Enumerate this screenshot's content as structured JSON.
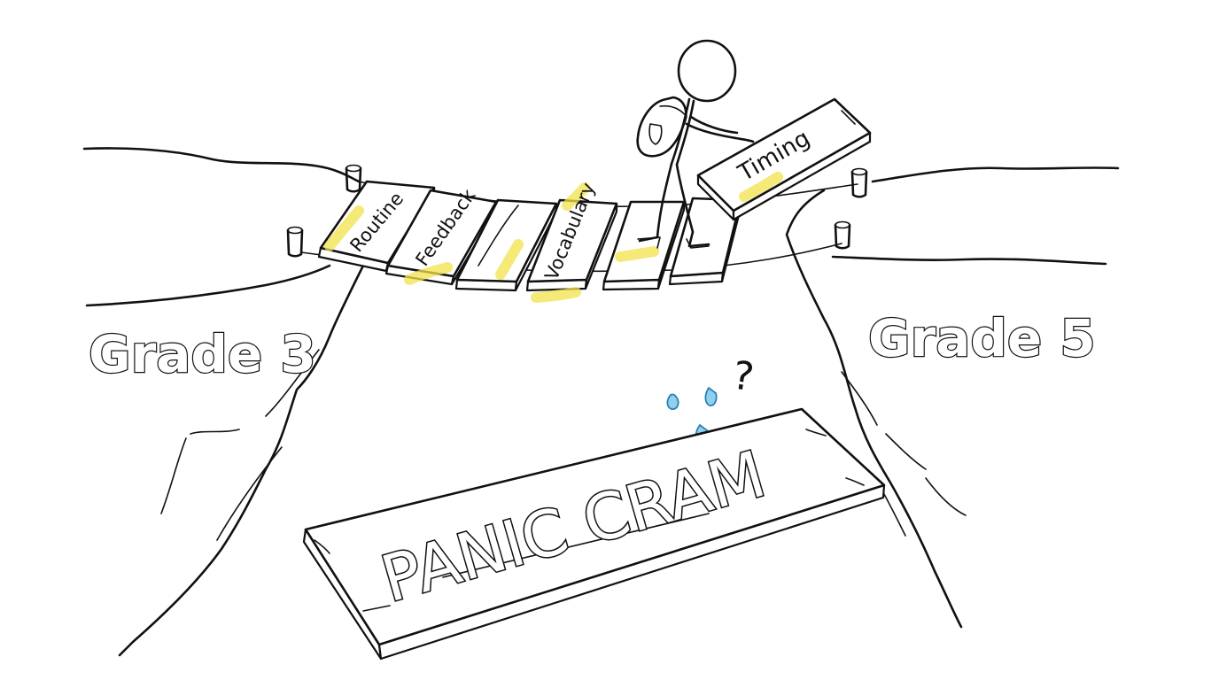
{
  "labels": {
    "grade_left": "Grade 3",
    "grade_right": "Grade 5",
    "missing_plank": "PANIC CRAM",
    "question_mark": "?"
  },
  "planks": [
    {
      "label": "Routine"
    },
    {
      "label": "Feedback"
    },
    {
      "label": ""
    },
    {
      "label": "Vocabulary"
    },
    {
      "label": ""
    },
    {
      "label": ""
    }
  ],
  "carried_plank": {
    "label": "Timing"
  },
  "colors": {
    "ink": "#111111",
    "highlight": "#f2e14a",
    "water_drop": "#8fd0ee"
  },
  "icons": {
    "figure": "stick-figure-with-backpack-icon",
    "drops": "sweat-drops-icon",
    "question": "question-mark-icon"
  }
}
